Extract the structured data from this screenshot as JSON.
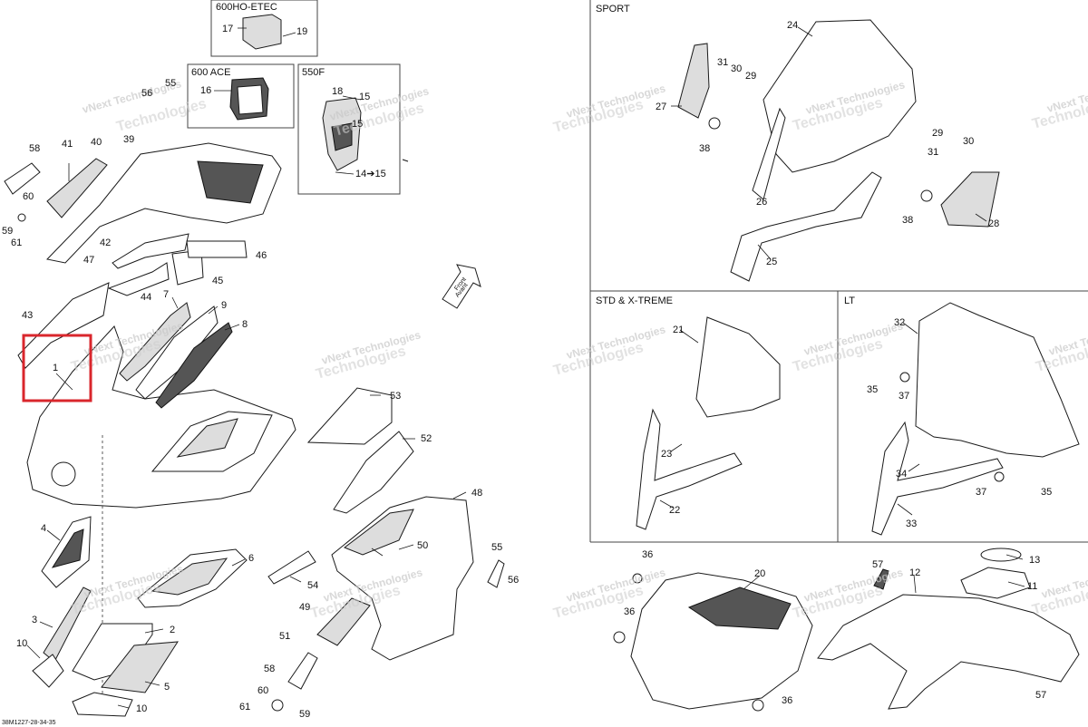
{
  "sections": {
    "etec": "600HO-ETEC",
    "ace": "600 ACE",
    "f550": "550F",
    "sport": "SPORT",
    "std": "STD & X-TREME",
    "lt": "LT"
  },
  "labels": {
    "n1": "1",
    "n2": "2",
    "n3": "3",
    "n4": "4",
    "n5": "5",
    "n6": "6",
    "n7": "7",
    "n8": "8",
    "n9": "9",
    "n10a": "10",
    "n10b": "10",
    "n11": "11",
    "n12": "12",
    "n13": "13",
    "n14": "14➔15",
    "n15a": "15",
    "n15b": "15",
    "n16": "16",
    "n17": "17",
    "n18": "18",
    "n19": "19",
    "n20": "20",
    "n21": "21",
    "n22": "22",
    "n23": "23",
    "n24": "24",
    "n25": "25",
    "n26": "26",
    "n27": "27",
    "n28": "28",
    "n29a": "29",
    "n29b": "29",
    "n30a": "30",
    "n30b": "30",
    "n31a": "31",
    "n31b": "31",
    "n32": "32",
    "n33": "33",
    "n34": "34",
    "n35a": "35",
    "n35b": "35",
    "n36a": "36",
    "n36b": "36",
    "n36c": "36",
    "n37a": "37",
    "n37b": "37",
    "n38a": "38",
    "n38b": "38",
    "n39": "39",
    "n40": "40",
    "n41": "41",
    "n42": "42",
    "n43": "43",
    "n44": "44",
    "n45": "45",
    "n46": "46",
    "n47": "47",
    "n48": "48",
    "n49": "49",
    "n50": "50",
    "n51": "51",
    "n52": "52",
    "n53": "53",
    "n54": "54",
    "n55a": "55",
    "n55b": "55",
    "n56a": "56",
    "n56b": "56",
    "n57a": "57",
    "n57b": "57",
    "n58a": "58",
    "n58b": "58",
    "n59a": "59",
    "n59b": "59",
    "n60a": "60",
    "n60b": "60",
    "n61a": "61",
    "n61b": "61"
  },
  "front_arrow": {
    "line1": "Front",
    "line2": "Avant"
  },
  "watermark": {
    "line1": "vNext Technologies",
    "line2": "Technologies"
  },
  "code": "38M1227-28-34-35",
  "highlight_color": "#d9262c"
}
